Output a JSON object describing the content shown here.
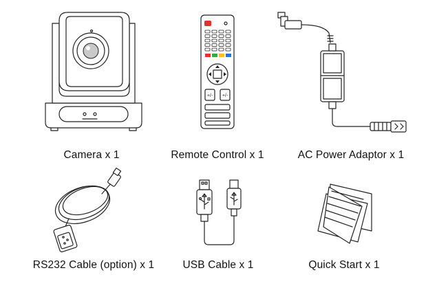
{
  "items": [
    {
      "label": "Camera x 1",
      "icon": "camera-icon"
    },
    {
      "label": "Remote Control x 1",
      "icon": "remote-control-icon"
    },
    {
      "label": "AC Power Adaptor x 1",
      "icon": "power-adaptor-icon"
    },
    {
      "label": "RS232 Cable (option) x 1",
      "icon": "rs232-cable-icon"
    },
    {
      "label": "USB Cable x 1",
      "icon": "usb-cable-icon"
    },
    {
      "label": "Quick Start x 1",
      "icon": "quick-start-icon"
    }
  ],
  "colors": {
    "remote_red": "#e0332b",
    "remote_green": "#3aa64a",
    "remote_yellow": "#f2c318",
    "remote_blue": "#2f6fd1"
  }
}
